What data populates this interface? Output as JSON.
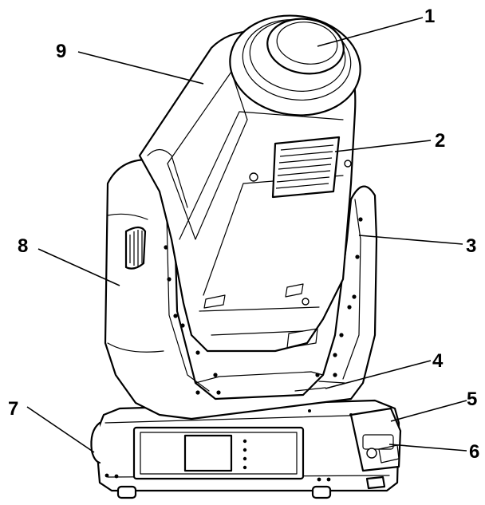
{
  "diagram": {
    "callouts": [
      {
        "id": 1,
        "label": "1"
      },
      {
        "id": 2,
        "label": "2"
      },
      {
        "id": 3,
        "label": "3"
      },
      {
        "id": 4,
        "label": "4"
      },
      {
        "id": 5,
        "label": "5"
      },
      {
        "id": 6,
        "label": "6"
      },
      {
        "id": 7,
        "label": "7"
      },
      {
        "id": 8,
        "label": "8"
      },
      {
        "id": 9,
        "label": "9"
      }
    ],
    "colors": {
      "line": "#000000",
      "background": "#ffffff"
    }
  }
}
